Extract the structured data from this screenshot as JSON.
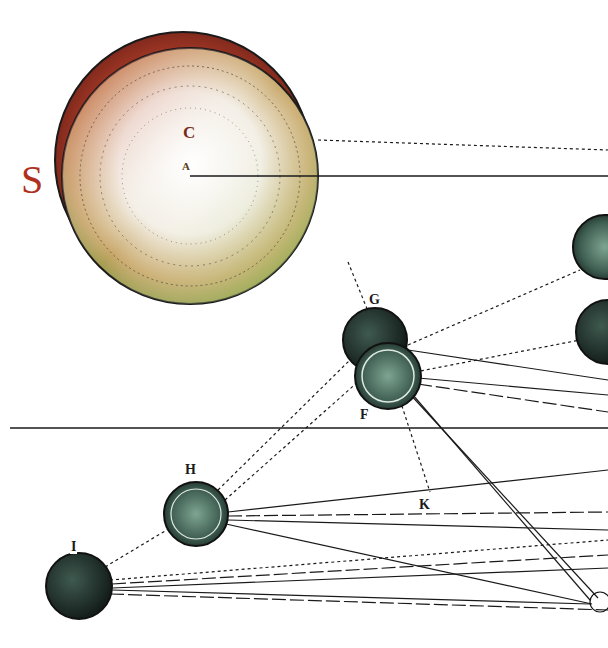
{
  "diagram": {
    "labels": [
      "S",
      "C",
      "A",
      "G",
      "F",
      "H",
      "I",
      "K"
    ]
  }
}
